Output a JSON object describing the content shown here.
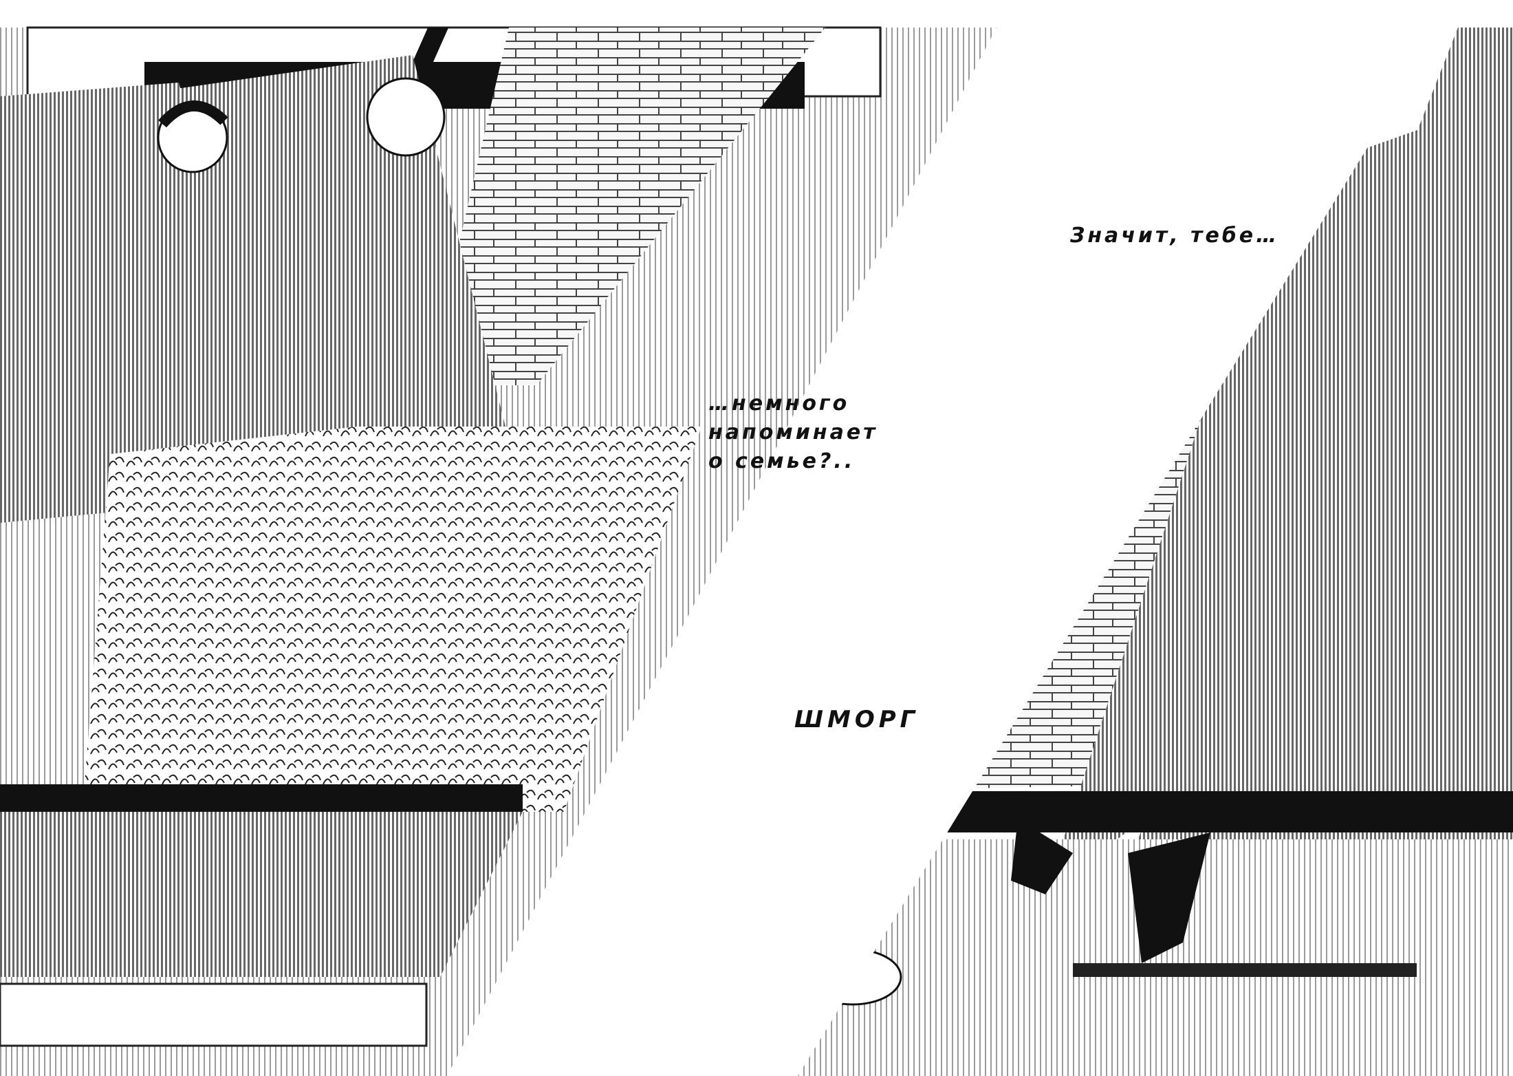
{
  "page": {
    "background_color": "#ffffff",
    "ink_color": "#111111",
    "screentone_color": "#777777"
  },
  "captions": {
    "first": "Значит, тебе…",
    "second": "…немного\nнапоминает\nо семье?.."
  },
  "sfx": {
    "text": "ШМОРГ"
  },
  "illustration": {
    "subject": "manga-spread-two-men-on-street-with-bushes-and-shoes"
  }
}
